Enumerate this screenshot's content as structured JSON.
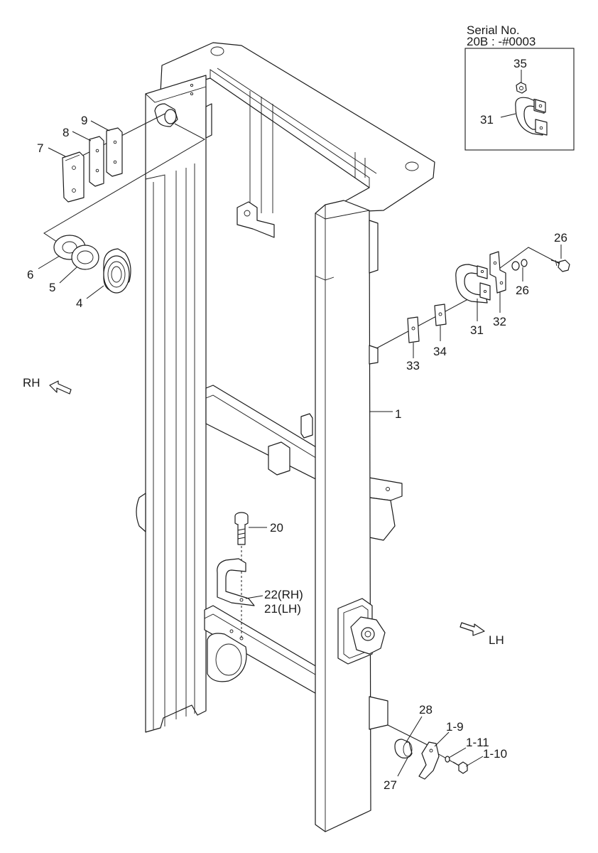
{
  "inset": {
    "serial_line1": "Serial No.",
    "serial_line2": "20B : -#0003",
    "labels": [
      "35",
      "31"
    ]
  },
  "callouts": {
    "c1": "1",
    "c4": "4",
    "c5": "5",
    "c6": "6",
    "c7": "7",
    "c8": "8",
    "c9": "9",
    "c20": "20",
    "c21": "21(LH)",
    "c22": "22(RH)",
    "c26a": "26",
    "c26b": "26",
    "c27": "27",
    "c28": "28",
    "c31": "31",
    "c32": "32",
    "c33": "33",
    "c34": "34",
    "c1_9": "1-9",
    "c1_10": "1-10",
    "c1_11": "1-11"
  },
  "directions": {
    "rh": "RH",
    "lh": "LH"
  }
}
